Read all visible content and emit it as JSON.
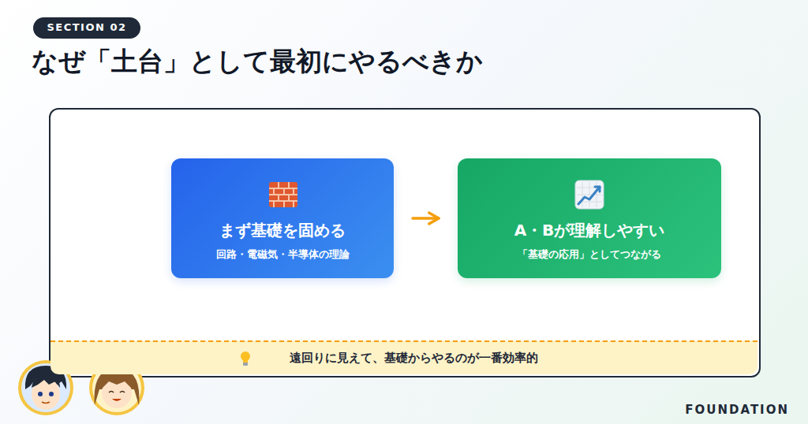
{
  "diagram": {
    "title": "なぜ「土台」として最初にやるべきか",
    "nodes": [
      {
        "text": [
          "SECTION 02"
        ]
      },
      {
        "text": [
          "まず基礎を固める",
          "回路・電磁気・半導体の理論"
        ]
      },
      {
        "text": [
          "A・Bが理解しやすい",
          "「基礎の応用」としてつながる"
        ]
      },
      {
        "text": [
          "遠回りに見えて、基礎からやるのが一番効率的"
        ]
      }
    ],
    "edges": [
      {
        "from": 1,
        "to": 2,
        "arrow": "to"
      }
    ],
    "labels": [
      "FOUNDATION"
    ]
  }
}
